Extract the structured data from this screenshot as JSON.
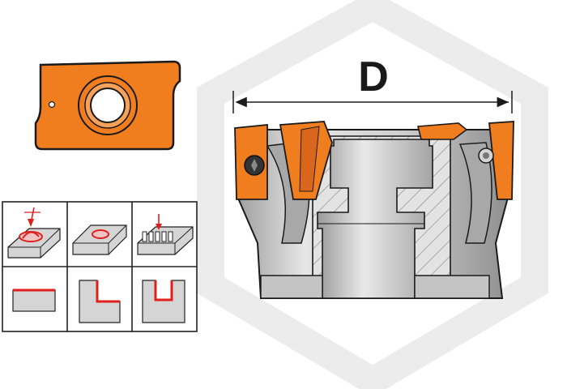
{
  "diagram": {
    "dimension_label": "D"
  },
  "colors": {
    "insert_orange": "#F07D1E",
    "outline": "#1a1a1a",
    "steel_light": "#d9d9d9",
    "steel_mid": "#bdbdbd",
    "steel_dark": "#8c8c8c",
    "hatch": "#a8a8a8",
    "watermark": "#ececec",
    "operation_red": "#e0201c",
    "grid_border": "#222222"
  },
  "operations_grid": {
    "rows": 2,
    "cols": 3,
    "cells": [
      {
        "icon": "face-milling-icon"
      },
      {
        "icon": "pocket-milling-icon"
      },
      {
        "icon": "slot-milling-icon"
      },
      {
        "icon": "face-profile-icon"
      },
      {
        "icon": "shoulder-profile-icon"
      },
      {
        "icon": "slot-profile-icon"
      }
    ]
  }
}
